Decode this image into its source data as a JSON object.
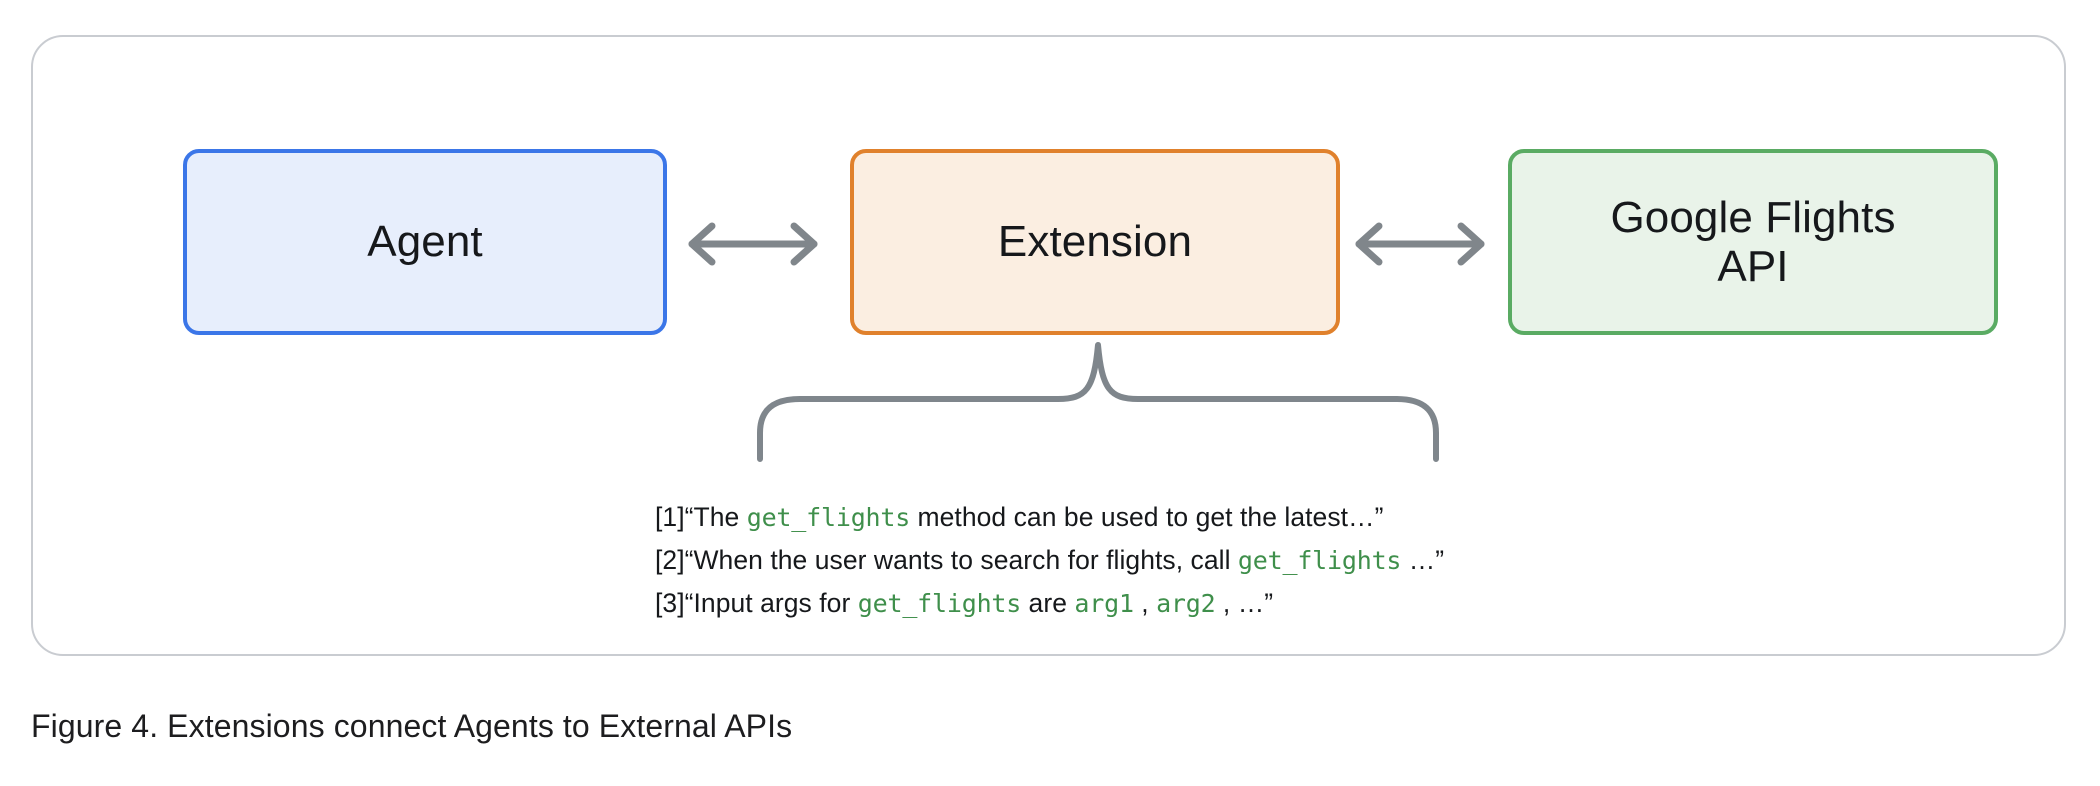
{
  "figure": {
    "caption": "Figure 4. Extensions connect Agents to External APIs"
  },
  "nodes": [
    {
      "id": "agent",
      "label": "Agent",
      "border_color": "#3b76e8",
      "fill_color": "#e7eefc"
    },
    {
      "id": "extension",
      "label": "Extension",
      "border_color": "#e0812c",
      "fill_color": "#fbeee1"
    },
    {
      "id": "google-flights-api",
      "label": "Google Flights\nAPI",
      "border_color": "#5aab63",
      "fill_color": "#e9f3e9"
    }
  ],
  "connectors": [
    {
      "id": "agent-extension",
      "type": "double-arrow",
      "color": "#80868b"
    },
    {
      "id": "extension-api",
      "type": "double-arrow",
      "color": "#80868b"
    }
  ],
  "brace": {
    "color": "#7f868c",
    "attached_to": "extension"
  },
  "descriptions": [
    {
      "index": "[1]",
      "parts": [
        {
          "text": "“The ",
          "style": "plain"
        },
        {
          "text": "get_flights",
          "style": "code"
        },
        {
          "text": " method can be used to get the latest…”",
          "style": "plain"
        }
      ]
    },
    {
      "index": "[2]",
      "parts": [
        {
          "text": "“When the user wants to search for flights, call ",
          "style": "plain"
        },
        {
          "text": "get_flights",
          "style": "code"
        },
        {
          "text": " …”",
          "style": "plain"
        }
      ]
    },
    {
      "index": "[3]",
      "parts": [
        {
          "text": "“Input args for ",
          "style": "plain"
        },
        {
          "text": "get_flights",
          "style": "code"
        },
        {
          "text": " are ",
          "style": "plain"
        },
        {
          "text": "arg1",
          "style": "code"
        },
        {
          "text": " , ",
          "style": "plain"
        },
        {
          "text": "arg2",
          "style": "code"
        },
        {
          "text": " , …”",
          "style": "plain"
        }
      ]
    }
  ],
  "colors": {
    "card_border": "#c9ccd1",
    "code_text": "#3f8f4b",
    "arrow_gray": "#80868b",
    "text_primary": "#16181b"
  }
}
